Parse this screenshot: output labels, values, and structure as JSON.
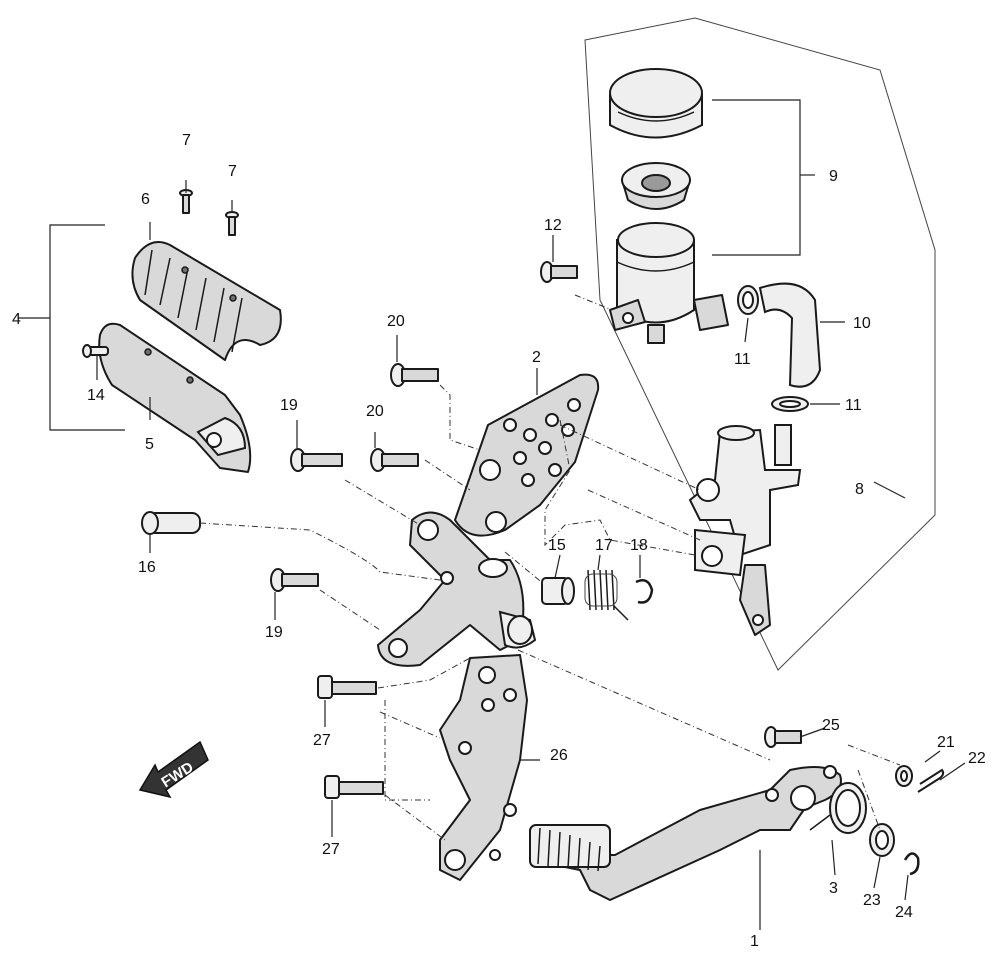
{
  "fwd_label": "FWD",
  "callouts": {
    "c1": "1",
    "c2": "2",
    "c3": "3",
    "c4": "4",
    "c5": "5",
    "c6": "6",
    "c7a": "7",
    "c7b": "7",
    "c8": "8",
    "c9": "9",
    "c10": "10",
    "c11a": "11",
    "c11b": "11",
    "c12": "12",
    "c14": "14",
    "c15": "15",
    "c16": "16",
    "c17": "17",
    "c18": "18",
    "c19a": "19",
    "c19b": "19",
    "c20a": "20",
    "c20b": "20",
    "c21": "21",
    "c22": "22",
    "c23": "23",
    "c24": "24",
    "c25": "25",
    "c26": "26",
    "c27a": "27",
    "c27b": "27"
  }
}
